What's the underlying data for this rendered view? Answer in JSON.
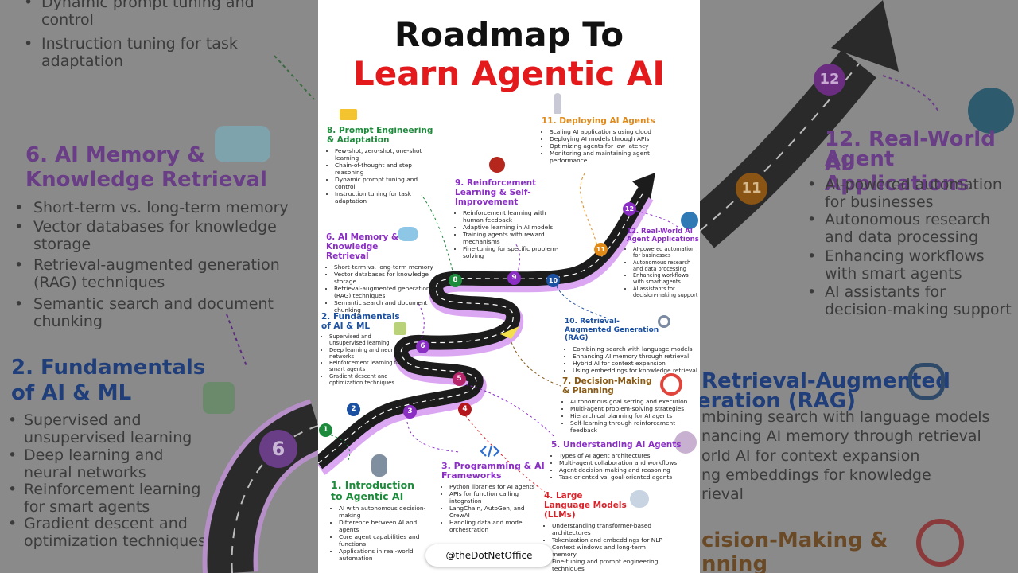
{
  "title_line1": "Roadmap To",
  "title_line2": "Learn Agentic AI",
  "watermark": "@theDotNetOffice",
  "sections": {
    "s1": {
      "title": "1. Introduction to Agentic AI",
      "items": [
        "AI with autonomous decision-making",
        "Difference between AI and agents",
        "Core agent capabilities and functions",
        "Applications in real-world automation"
      ]
    },
    "s2": {
      "title": "2. Fundamentals of AI & ML",
      "items": [
        "Supervised and unsupervised learning",
        "Deep learning and neural networks",
        "Reinforcement learning for smart agents",
        "Gradient descent and optimization techniques"
      ]
    },
    "s3": {
      "title": "3. Programming & AI Frameworks",
      "items": [
        "Python libraries for AI agents",
        "APIs for function calling integration",
        "LangChain, AutoGen, and CrewAI",
        "Handling data and model orchestration"
      ]
    },
    "s4": {
      "title": "4. Large Language Models (LLMs)",
      "items": [
        "Understanding transformer-based architectures",
        "Tokenization and embeddings for NLP",
        "Context windows and long-term memory",
        "Fine-tuning and prompt engineering techniques"
      ]
    },
    "s5": {
      "title": "5. Understanding AI Agents",
      "items": [
        "Types of AI agent architectures",
        "Multi-agent collaboration and workflows",
        "Agent decision-making and reasoning",
        "Task-oriented vs. goal-oriented agents"
      ]
    },
    "s6": {
      "title": "6. AI Memory & Knowledge Retrieval",
      "items": [
        "Short-term vs. long-term memory",
        "Vector databases for knowledge storage",
        "Retrieval-augmented generation (RAG) techniques",
        "Semantic search and document chunking"
      ]
    },
    "s7": {
      "title": "7. Decision-Making & Planning",
      "items": [
        "Autonomous goal setting and execution",
        "Multi-agent problem-solving strategies",
        "Hierarchical planning for AI agents",
        "Self-learning through reinforcement feedback"
      ]
    },
    "s8": {
      "title": "8. Prompt Engineering & Adaptation",
      "items": [
        "Few-shot, zero-shot, one-shot learning",
        "Chain-of-thought and step reasoning",
        "Dynamic prompt tuning and control",
        "Instruction tuning for task adaptation"
      ]
    },
    "s9": {
      "title": "9. Reinforcement Learning & Self-Improvement",
      "items": [
        "Reinforcement learning with human feedback",
        "Adaptive learning in AI models",
        "Training agents with reward mechanisms",
        "Fine-tuning for specific problem-solving"
      ]
    },
    "s10": {
      "title": "10. Retrieval-Augmented Generation (RAG)",
      "items": [
        "Combining search with language models",
        "Enhancing AI memory through retrieval",
        "Hybrid AI for context expansion",
        "Using embeddings for knowledge retrieval"
      ]
    },
    "s11": {
      "title": "11. Deploying AI Agents",
      "items": [
        "Scaling AI applications using cloud",
        "Deploying AI models through APIs",
        "Optimizing agents for low latency",
        "Monitoring and maintaining agent performance"
      ]
    },
    "s12": {
      "title": "12. Real-World AI Agent Applications",
      "items": [
        "AI-powered automation for businesses",
        "Autonomous research and data processing",
        "Enhancing workflows with smart agents",
        "AI assistants for decision-making support"
      ]
    }
  },
  "milestones": [
    "1",
    "2",
    "3",
    "4",
    "5",
    "6",
    "8",
    "9",
    "10",
    "11",
    "12"
  ],
  "left_panel": {
    "top_lines": [
      "Dynamic prompt tuning and control",
      "Instruction tuning for task adaptation"
    ],
    "h6_line1": "6. AI Memory &",
    "h6_line2": "Knowledge Retrieval",
    "items6": [
      "Short-term vs. long-term memory",
      "Vector databases for knowledge storage",
      "Retrieval-augmented generation (RAG) techniques",
      "Semantic search and document chunking"
    ],
    "h2_line1": "2. Fundamentals",
    "h2_line2": "of AI & ML",
    "items2": [
      "Supervised and unsupervised learning",
      "Deep learning and neural networks",
      "Reinforcement learning for smart agents",
      "Gradient descent and optimization techniques"
    ],
    "marker": "6"
  },
  "right_panel": {
    "marker11": "11",
    "marker12": "12",
    "h12_line1": "12. Real-World AI",
    "h12_line2": "Agent Applications",
    "items12": [
      "AI-powered automation for businesses",
      "Autonomous research and data processing",
      "Enhancing workflows with smart agents",
      "AI assistants for decision-making support"
    ],
    "h10_line1": "Retrieval-Augmented",
    "h10_line2": "eration (RAG)",
    "items10": [
      "mbining search with language models",
      "nancing AI memory through retrieval",
      "orld AI for context expansion",
      "ng embeddings for knowledge",
      "rieval"
    ],
    "h7_line1": "cision-Making &",
    "h7_line2": "nning"
  },
  "colors": {
    "title_red": "#e3191c",
    "road": "#1c1c1c",
    "road_shadow": "#d9a7ef",
    "green": "#1e8a3c",
    "blue": "#1b4fa0",
    "purple": "#8a2ec4",
    "red": "#b5161c",
    "orange": "#e08a1a"
  }
}
